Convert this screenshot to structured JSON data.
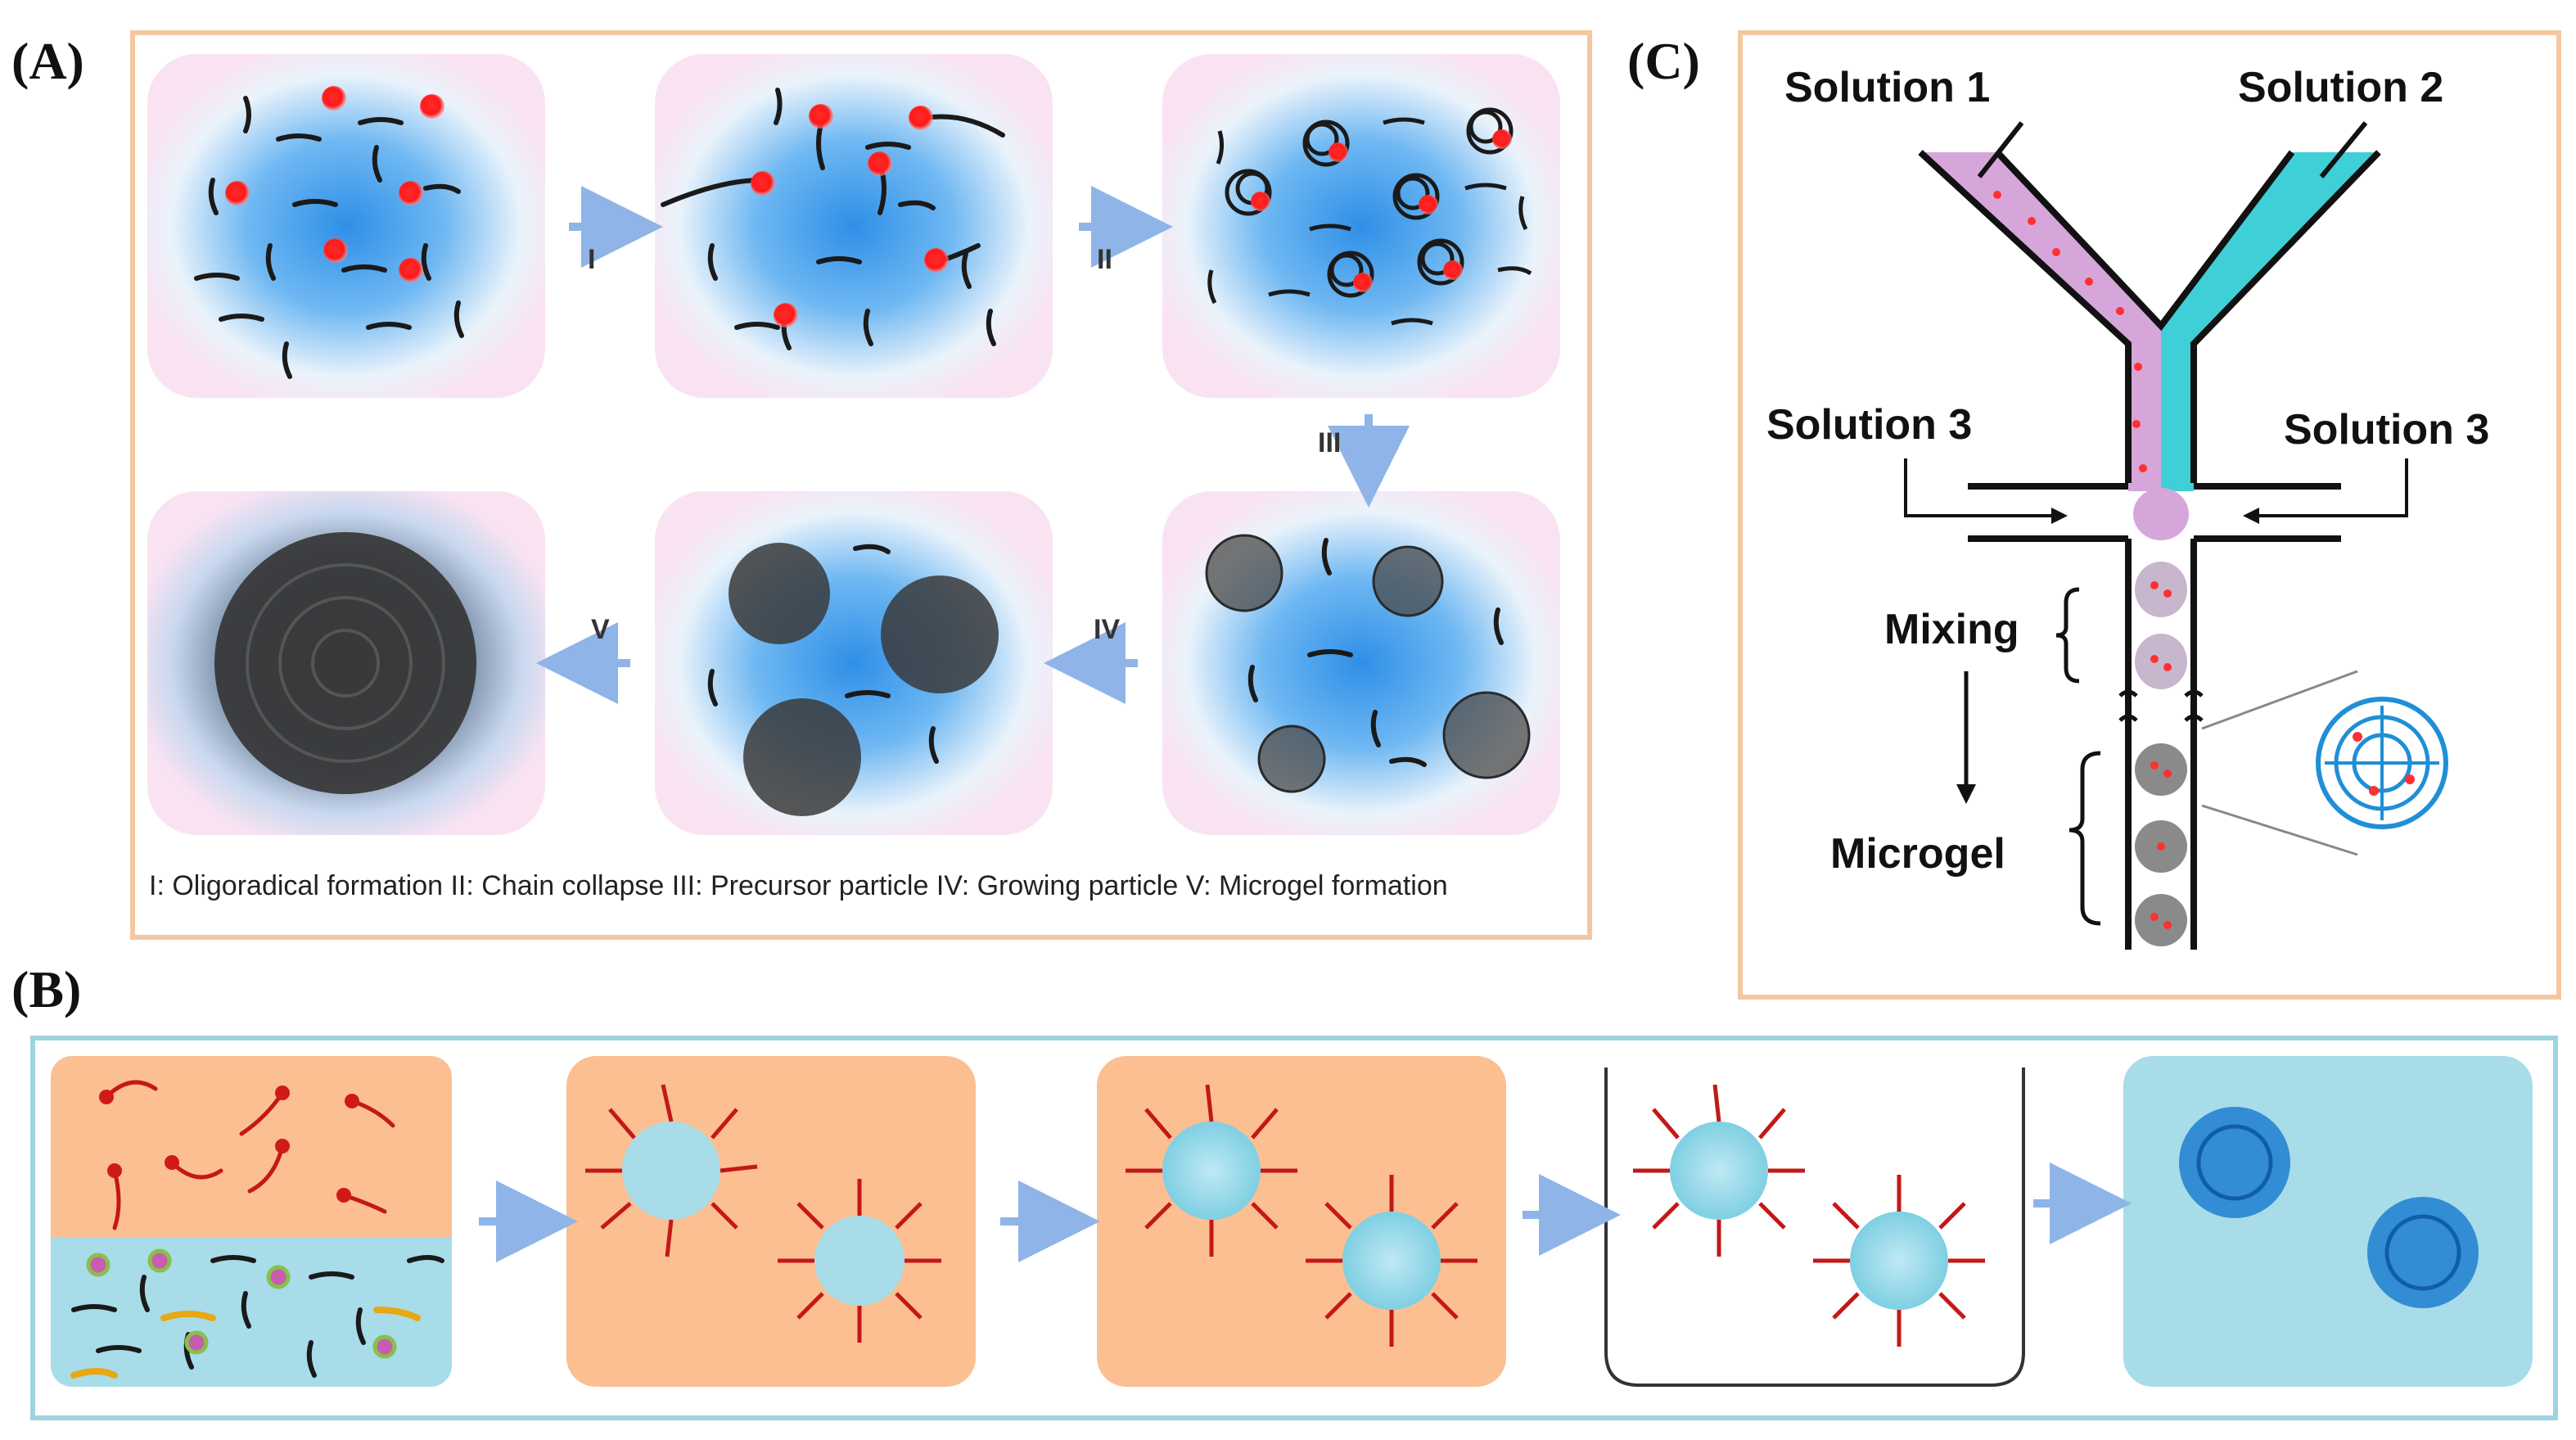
{
  "panels": {
    "a": {
      "label": "(A)",
      "steps": [
        "I",
        "II",
        "III",
        "IV",
        "V"
      ],
      "caption": "I: Oligoradical formation II: Chain collapse III: Precursor particle IV: Growing particle V: Microgel formation"
    },
    "b": {
      "label": "(B)"
    },
    "c": {
      "label": "(C)",
      "solution1": "Solution 1",
      "solution2": "Solution 2",
      "solution3_left": "Solution 3",
      "solution3_right": "Solution 3",
      "mixing": "Mixing",
      "microgel": "Microgel"
    }
  },
  "colors": {
    "frame_a": "#f5c7a0",
    "frame_b": "#9fd3e0",
    "frame_c": "#f5c7a0",
    "radical": "#ff1a1a",
    "chain": "#1a1a1a",
    "blue_glow": "#3aa0f0",
    "pink_glow": "#f7d6ee",
    "oil": "#fbbf92",
    "water": "#a8dce8",
    "arrow": "#8fb4e8",
    "solution1": "#d6a6db",
    "solution2": "#3fcfd6"
  }
}
